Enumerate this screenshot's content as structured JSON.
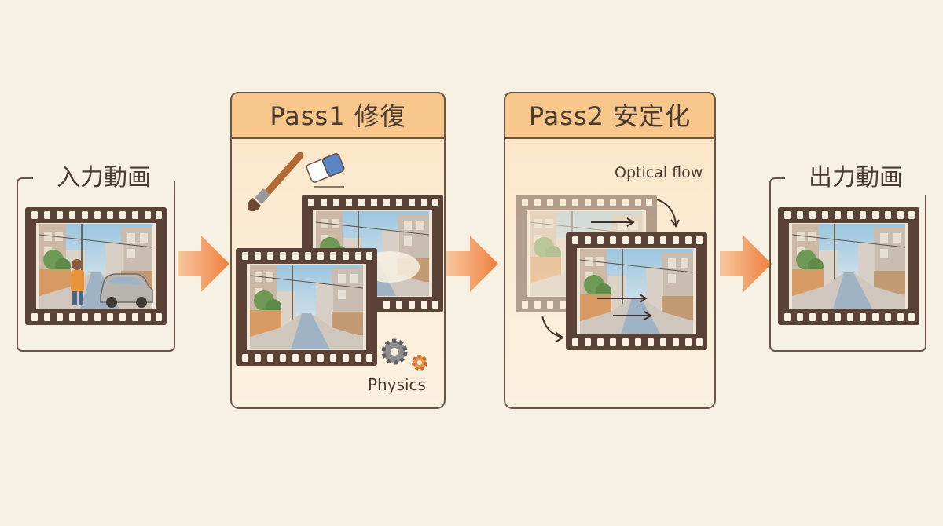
{
  "input": {
    "label": "入力動画"
  },
  "pass1": {
    "title": "Pass1 修復",
    "physics_label": "Physics"
  },
  "pass2": {
    "title": "Pass2 安定化",
    "flow_label": "Optical flow"
  },
  "output": {
    "label": "出力動画"
  },
  "colors": {
    "background": "#f7f1e3",
    "panel_header": "#f7c68a",
    "panel_fill": "#fbe9cf",
    "outline": "#6b5446",
    "arrow": "#f0894a",
    "film": "#5a4236",
    "sky": "#a9cde0",
    "road": "#8fa7bb"
  },
  "icons": [
    "paintbrush-icon",
    "eraser-icon",
    "gear-icon",
    "curved-arrow-icon"
  ]
}
